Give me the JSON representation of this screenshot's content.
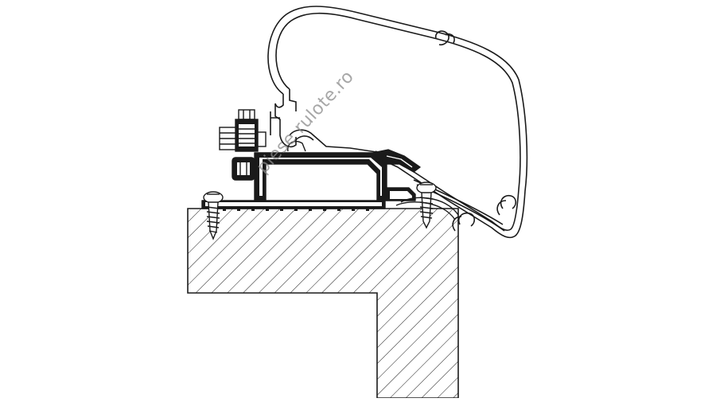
{
  "diagram": {
    "watermark_text": "piese rulote.ro",
    "parts": {
      "awning_cassette": "awning-cassette-profile",
      "mounting_rail": "roof-adapter-rail",
      "bolt": "hex-bolt-with-nut",
      "screw_left": "roof-screw-left",
      "screw_right": "roof-screw-right",
      "roof_wall": "caravan-roof-wall-section"
    },
    "colors": {
      "line": "#1a1a1a",
      "rail_fill": "#ffffff",
      "hatch": "#1a1a1a",
      "background": "#ffffff"
    }
  }
}
